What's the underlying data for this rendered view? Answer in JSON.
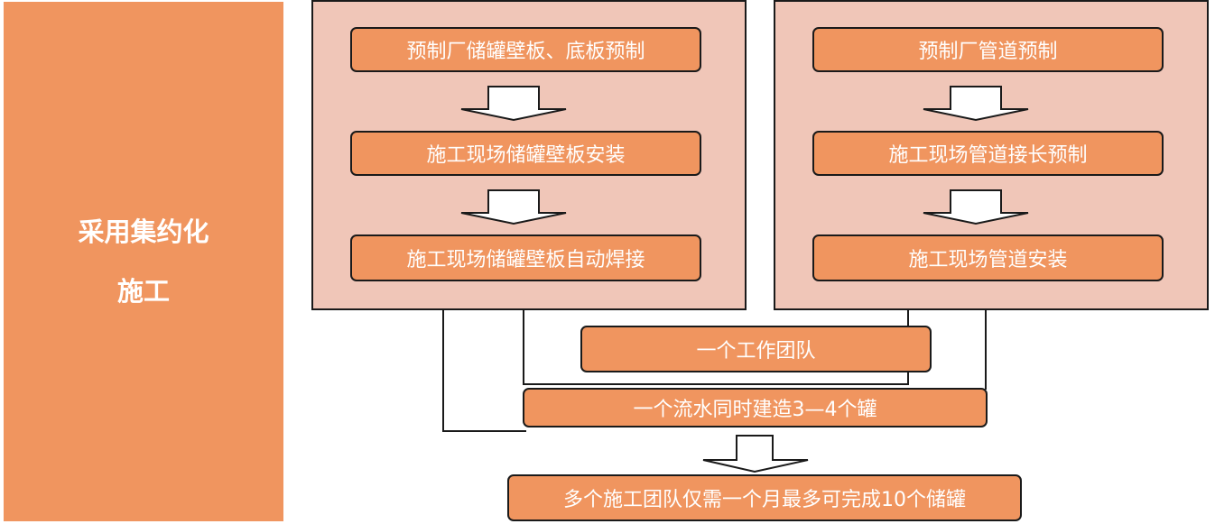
{
  "side_label": {
    "line1": "采用集约化",
    "line2": "施工"
  },
  "tank_flow": {
    "step1": "预制厂储罐壁板、底板预制",
    "step2": "施工现场储罐壁板安装",
    "step3": "施工现场储罐壁板自动焊接"
  },
  "pipe_flow": {
    "step1": "预制厂管道预制",
    "step2": "施工现场管道接长预制",
    "step3": "施工现场管道安装"
  },
  "team": "一个工作团队",
  "pipeline": "一个流水同时建造3—4个罐",
  "result": "多个施工团队仅需一个月最多可完成10个储罐",
  "colors": {
    "box": "#f0955f",
    "panel": "#f0c6b8",
    "border": "#1a1a1a",
    "text": "#ffffff"
  }
}
